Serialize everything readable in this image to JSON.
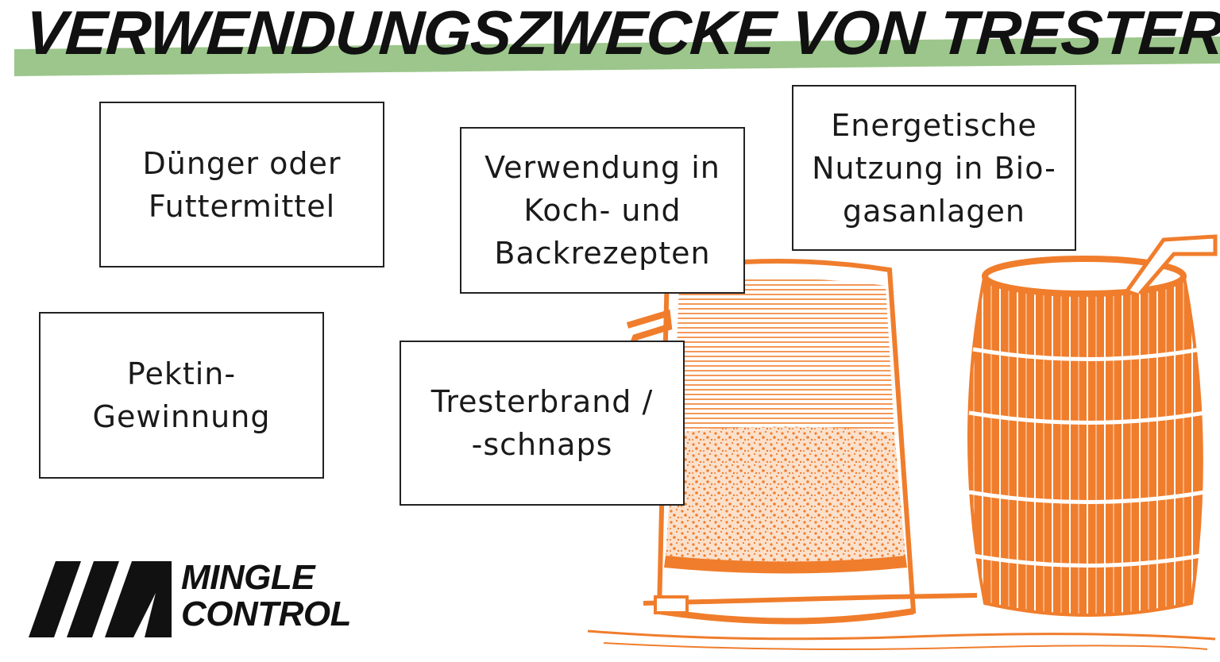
{
  "title": "VERWENDUNGSZWECKE VON TRESTER",
  "boxes": {
    "duenger": "Dünger oder\nFuttermittel",
    "pektin": "Pektin-\nGewinnung",
    "koch": "Verwendung in\nKoch- und\nBackrezepten",
    "tresterbrand": "Tresterbrand /\n-schnaps",
    "biogas": "Energetische\nNutzung in Bio-\ngasanlagen"
  },
  "logo": {
    "line1": "MINGLE",
    "line2": "CONTROL"
  },
  "colors": {
    "accent_band": "#9cc68b",
    "barrel": "#f07d2c",
    "text": "#111111"
  },
  "icons": {
    "illustration": "barrels-illustration",
    "logo": "mingle-control-logo-mark"
  }
}
